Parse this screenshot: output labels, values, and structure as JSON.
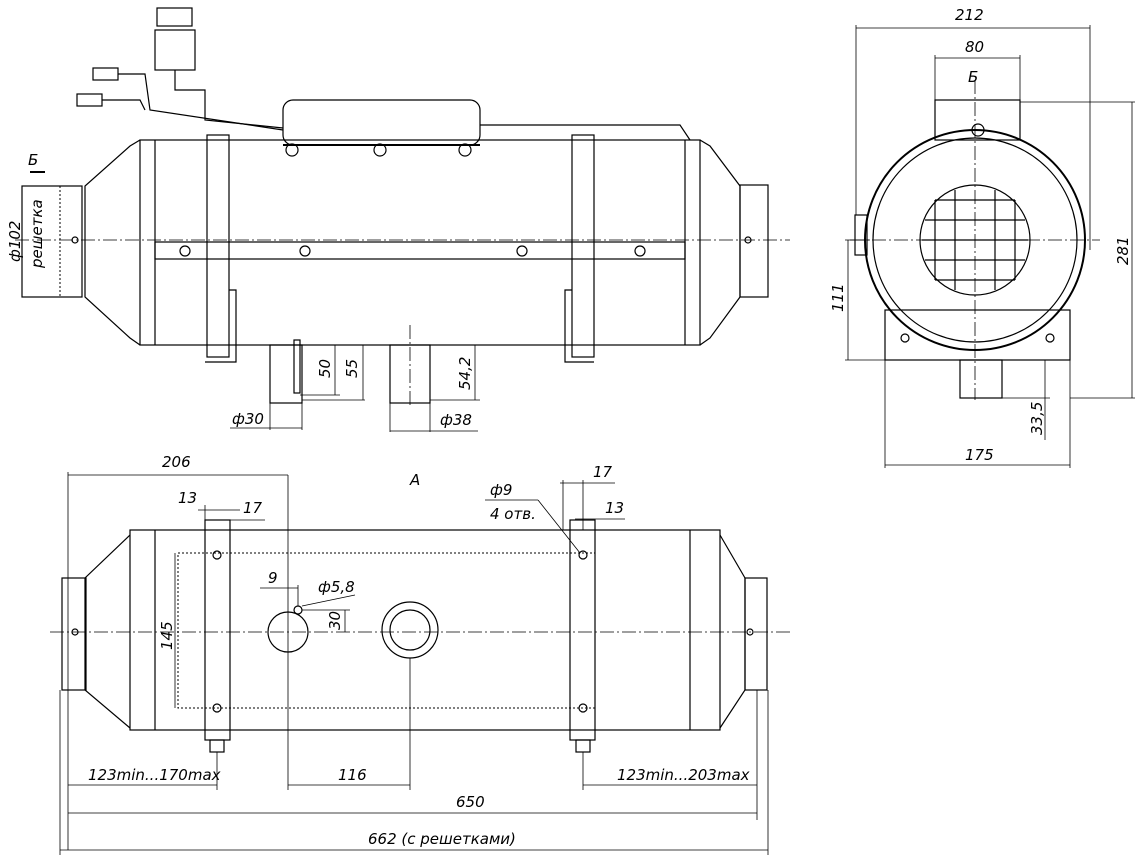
{
  "front_view": {
    "section_mark": "Б",
    "inlet_diameter": "ф102",
    "inlet_note": "решетка",
    "pipe1_diameter": "ф30",
    "pipe1_height_inner": "50",
    "pipe1_height_outer": "55",
    "pipe2_height": "54,2",
    "pipe2_diameter": "ф38"
  },
  "side_view": {
    "overall_width": "212",
    "box_width": "80",
    "view_mark": "Б",
    "overall_height": "281",
    "axis_height": "111",
    "base_width": "175",
    "bracket_height": "33,5"
  },
  "bottom_view": {
    "view_mark": "А",
    "dim_206": "206",
    "dim_13_left": "13",
    "dim_17_left": "17",
    "hole_diameter": "ф9",
    "hole_count": "4 отв.",
    "dim_17_right": "17",
    "dim_13_right": "13",
    "dim_9": "9",
    "small_hole_diameter": "ф5,8",
    "dim_30": "30",
    "dim_145": "145",
    "dim_116": "116",
    "left_range": "123min...170max",
    "right_range": "123min...203max",
    "length_body": "650",
    "length_total": "662 (с решетками)"
  }
}
